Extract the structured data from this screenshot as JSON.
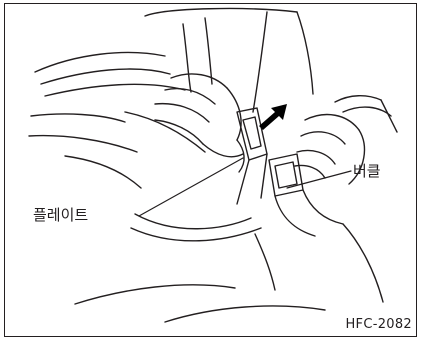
{
  "labels": {
    "plate": "플레이트",
    "buckle": "버클"
  },
  "figure_code": "HFC-2082",
  "colors": {
    "ink": "#231f20",
    "background": "#ffffff",
    "arrow": "#000000"
  }
}
